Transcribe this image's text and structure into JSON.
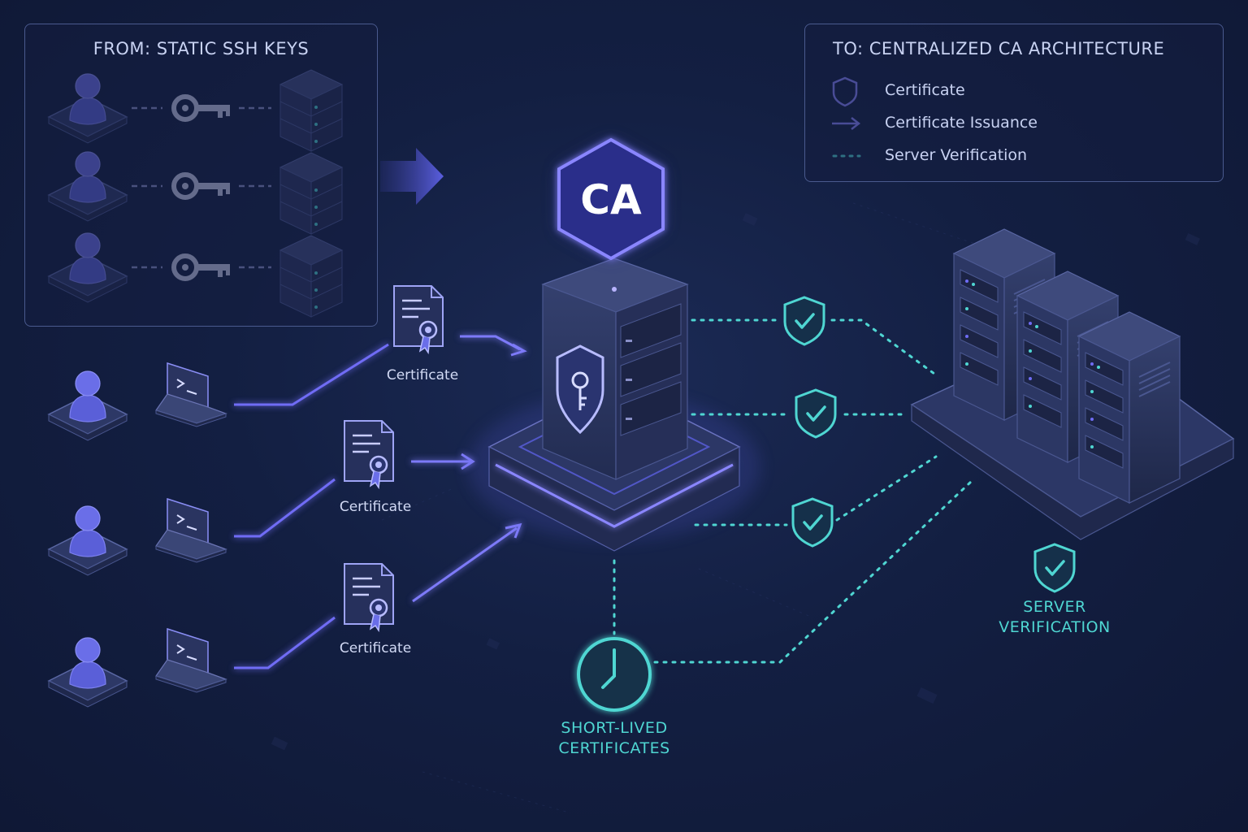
{
  "from_panel": {
    "title": "FROM: STATIC SSH KEYS"
  },
  "to_panel": {
    "title": "TO: CENTRALIZED CA ARCHITECTURE",
    "legend": [
      {
        "icon": "shield-icon",
        "label": "Certificate"
      },
      {
        "icon": "arrow-right-icon",
        "label": "Certificate Issuance"
      },
      {
        "icon": "dotted-line-icon",
        "label": "Server Verification"
      }
    ]
  },
  "ca": {
    "label": "CA"
  },
  "certificates": [
    {
      "label": "Certificate"
    },
    {
      "label": "Certificate"
    },
    {
      "label": "Certificate"
    }
  ],
  "short_lived": {
    "label_line1": "SHORT-LIVED",
    "label_line2": "CERTIFICATES"
  },
  "server_verification": {
    "label_line1": "SERVER",
    "label_line2": "VERIFICATION"
  },
  "colors": {
    "background": "#131f42",
    "panel_border": "#4a5a8e",
    "accent_purple": "#6f6cf5",
    "accent_teal": "#4fd6d2",
    "key_gray": "#c5cbe6"
  }
}
